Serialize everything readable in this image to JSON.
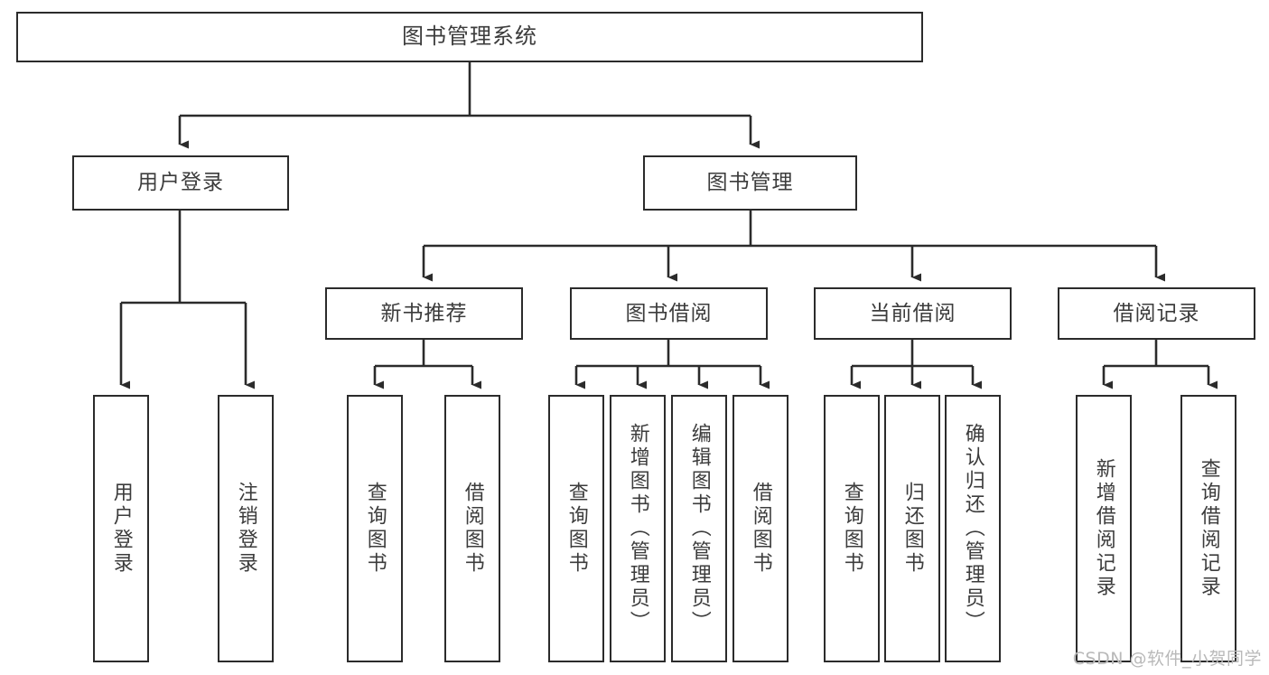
{
  "diagram": {
    "type": "tree-hierarchy",
    "title": "图书管理系统",
    "orientation": "top-down",
    "colors": {
      "stroke": "#2b2b2b",
      "fill": "#ffffff",
      "text": "#3c3c3c",
      "watermark": "#b9b9b9"
    },
    "levels": [
      {
        "level": 1,
        "nodes": [
          {
            "id": "root",
            "label": "图书管理系统",
            "text_direction": "horizontal"
          }
        ]
      },
      {
        "level": 2,
        "nodes": [
          {
            "id": "user-login",
            "label": "用户登录",
            "text_direction": "horizontal"
          },
          {
            "id": "book-manage",
            "label": "图书管理",
            "text_direction": "horizontal"
          }
        ]
      },
      {
        "level": 3,
        "nodes": [
          {
            "id": "new-book-rec",
            "label": "新书推荐",
            "text_direction": "horizontal"
          },
          {
            "id": "book-borrow",
            "label": "图书借阅",
            "text_direction": "horizontal"
          },
          {
            "id": "current-borrow",
            "label": "当前借阅",
            "text_direction": "horizontal"
          },
          {
            "id": "borrow-record",
            "label": "借阅记录",
            "text_direction": "horizontal"
          }
        ]
      },
      {
        "level": 4,
        "nodes": [
          {
            "id": "leaf-user-login",
            "label": "用户登录",
            "text_direction": "vertical",
            "parent": "user-login"
          },
          {
            "id": "leaf-user-logout",
            "label": "注销登录",
            "text_direction": "vertical",
            "parent": "user-login"
          },
          {
            "id": "leaf-query-book-1",
            "label": "查询图书",
            "text_direction": "vertical",
            "parent": "new-book-rec"
          },
          {
            "id": "leaf-borrow-book-1",
            "label": "借阅图书",
            "text_direction": "vertical",
            "parent": "new-book-rec"
          },
          {
            "id": "leaf-query-book-2",
            "label": "查询图书",
            "text_direction": "vertical",
            "parent": "book-borrow"
          },
          {
            "id": "leaf-add-book",
            "label": "新增图书（管理员）",
            "text_direction": "vertical",
            "parent": "book-borrow"
          },
          {
            "id": "leaf-edit-book",
            "label": "编辑图书（管理员）",
            "text_direction": "vertical",
            "parent": "book-borrow"
          },
          {
            "id": "leaf-borrow-book-2",
            "label": "借阅图书",
            "text_direction": "vertical",
            "parent": "book-borrow"
          },
          {
            "id": "leaf-query-book-3",
            "label": "查询图书",
            "text_direction": "vertical",
            "parent": "current-borrow"
          },
          {
            "id": "leaf-return-book",
            "label": "归还图书",
            "text_direction": "vertical",
            "parent": "current-borrow"
          },
          {
            "id": "leaf-confirm-return",
            "label": "确认归还（管理员）",
            "text_direction": "vertical",
            "parent": "current-borrow"
          },
          {
            "id": "leaf-add-record",
            "label": "新增借阅记录",
            "text_direction": "vertical",
            "parent": "borrow-record"
          },
          {
            "id": "leaf-query-record",
            "label": "查询借阅记录",
            "text_direction": "vertical",
            "parent": "borrow-record"
          }
        ]
      }
    ]
  },
  "watermark": {
    "text": "CSDN @软件_小贺同学"
  }
}
